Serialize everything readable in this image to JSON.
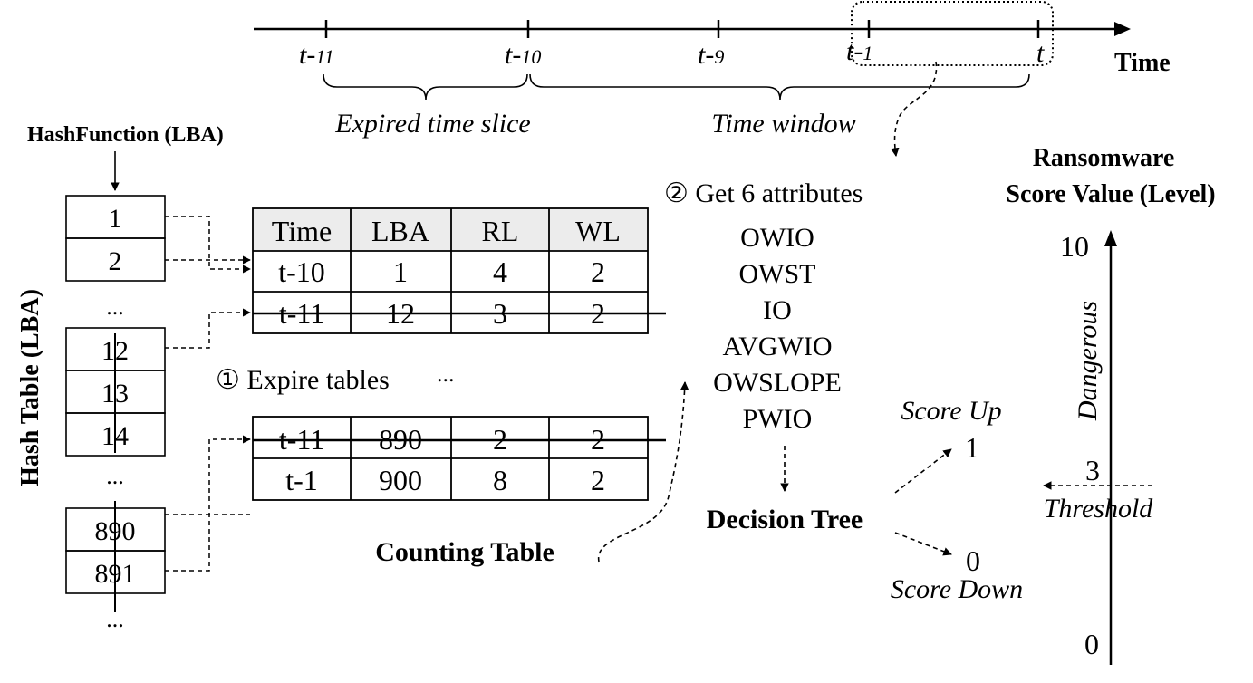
{
  "timeline": {
    "ticks": [
      {
        "base": "t-",
        "sub": "11"
      },
      {
        "base": "t-",
        "sub": "10"
      },
      {
        "base": "t-",
        "sub": "9"
      },
      {
        "base": "t-",
        "sub": "1"
      },
      {
        "base": "t",
        "sub": ""
      }
    ],
    "axis_label": "Time",
    "expired_label": "Expired time slice",
    "window_label": "Time window"
  },
  "hash": {
    "function_label": "HashFunction (LBA)",
    "table_label": "Hash Table (LBA)",
    "entries": [
      "1",
      "2",
      "...",
      "12",
      "13",
      "14",
      "...",
      "890",
      "891",
      "..."
    ]
  },
  "counting": {
    "headers": [
      "Time",
      "LBA",
      "RL",
      "WL"
    ],
    "table1": [
      [
        "t-10",
        "1",
        "4",
        "2"
      ],
      [
        "t-11",
        "12",
        "3",
        "2"
      ]
    ],
    "table2": [
      [
        "t-11",
        "890",
        "2",
        "2"
      ],
      [
        "t-1",
        "900",
        "8",
        "2"
      ]
    ],
    "expire_label": "① Expire tables",
    "ellipsis": "...",
    "title": "Counting Table"
  },
  "attributes": {
    "title": "② Get 6 attributes",
    "items": [
      "OWIO",
      "OWST",
      "IO",
      "AVGWIO",
      "OWSLOPE",
      "PWIO"
    ]
  },
  "decision": {
    "label": "Decision Tree",
    "up_label": "Score Up",
    "down_label": "Score Down",
    "up_value": "1",
    "down_value": "0"
  },
  "score": {
    "title_line1": "Ransomware",
    "title_line2": "Score Value (Level)",
    "max": "10",
    "min": "0",
    "threshold_value": "3",
    "threshold_label": "Threshold",
    "dangerous_label": "Dangerous"
  }
}
